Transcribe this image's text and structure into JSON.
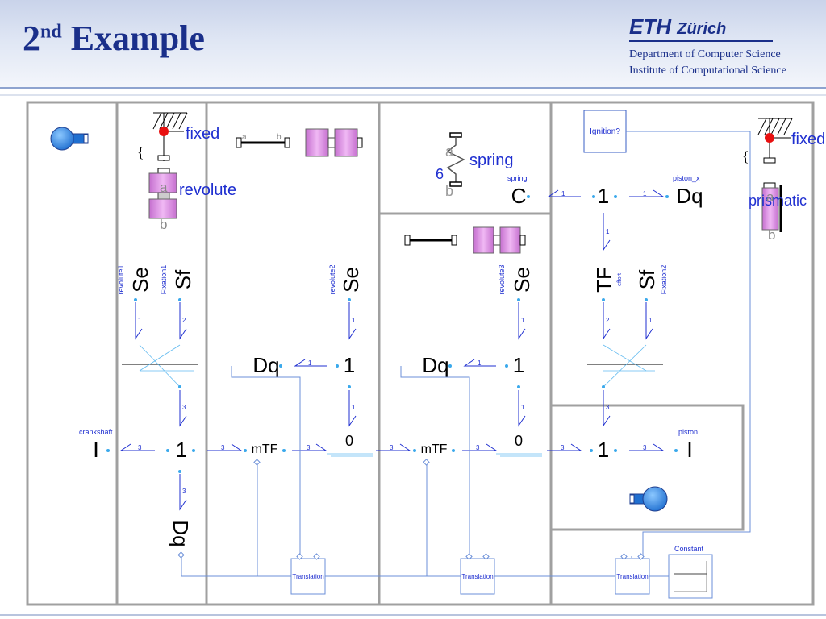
{
  "header": {
    "title_number": "2",
    "title_sup": "nd",
    "title_rest": " Example",
    "logo_eth": "ETH",
    "logo_city": "Zürich",
    "department": "Department of Computer Science",
    "institute": "Institute of Computational Science"
  },
  "colors": {
    "title_blue": "#1a2f8a",
    "bond_blue": "#1f2fd0",
    "signal_blue": "#3aa9ec",
    "link_blue": "#6b8fd8",
    "body_pink": "#d98be0",
    "joint_red": "#e81010",
    "panel_grey": "#a0a0a0"
  },
  "diagram": {
    "labels": {
      "fixed": "fixed",
      "revolute": "revolute",
      "spring": "spring",
      "spring_small": "spring",
      "piston_x": "piston_x",
      "prismatic": "prismatic",
      "ignition": "Ignition?",
      "crankshaft": "crankshaft",
      "piston": "piston",
      "constant": "Constant",
      "translation": "Translation",
      "revolute1": "revolute1",
      "fixation1": "Fixation1",
      "revolute2": "revolute2",
      "revolute3": "revolute3",
      "fixation2": "Fixation2",
      "effort": "effort",
      "port_a": "a",
      "port_b": "b"
    },
    "elements": {
      "C": "C",
      "one": "1",
      "zero": "0",
      "Dq": "Dq",
      "I": "I",
      "mTF": "mTF",
      "Se": "Se",
      "Sf": "Sf",
      "TF": "TF",
      "bond_1": "1",
      "bond_2": "2",
      "bond_3": "3"
    }
  }
}
